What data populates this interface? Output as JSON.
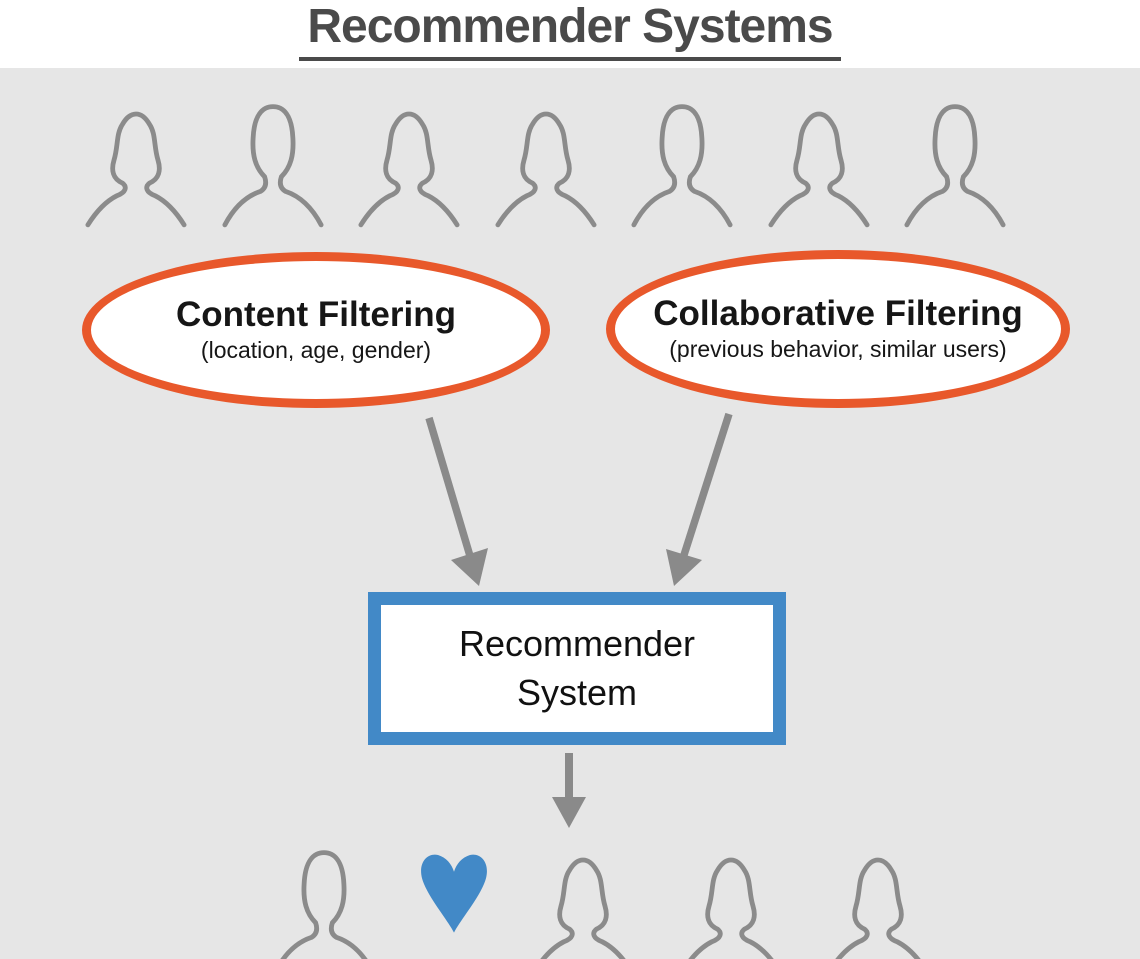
{
  "title": "Recommender Systems",
  "nodes": {
    "content_filtering": {
      "label": "Content Filtering",
      "sublabel": "(location, age, gender)"
    },
    "collaborative_filtering": {
      "label": "Collaborative Filtering",
      "sublabel": "(previous behavior, similar users)"
    },
    "recommender_system": {
      "line1": "Recommender",
      "line2": "System"
    }
  },
  "users": {
    "top_row": [
      "female",
      "male",
      "female",
      "female",
      "male",
      "female",
      "male"
    ],
    "bottom_row": [
      "male",
      "heart",
      "female",
      "female",
      "female"
    ]
  },
  "edges": [
    {
      "from": "content_filtering",
      "to": "recommender_system"
    },
    {
      "from": "collaborative_filtering",
      "to": "recommender_system"
    },
    {
      "from": "recommender_system",
      "to": "target_users"
    }
  ],
  "icons": {
    "female_user": "female-user-silhouette-icon",
    "male_user": "male-user-silhouette-icon",
    "heart": "heart-icon",
    "arrow": "arrow-icon"
  },
  "colors": {
    "orange": "#E8582B",
    "blue": "#4289C7",
    "arrow_gray": "#8A8A8A",
    "silhouette_gray": "#8B8B8B",
    "background": "#E6E6E6",
    "title_text": "#4A4A4A"
  }
}
